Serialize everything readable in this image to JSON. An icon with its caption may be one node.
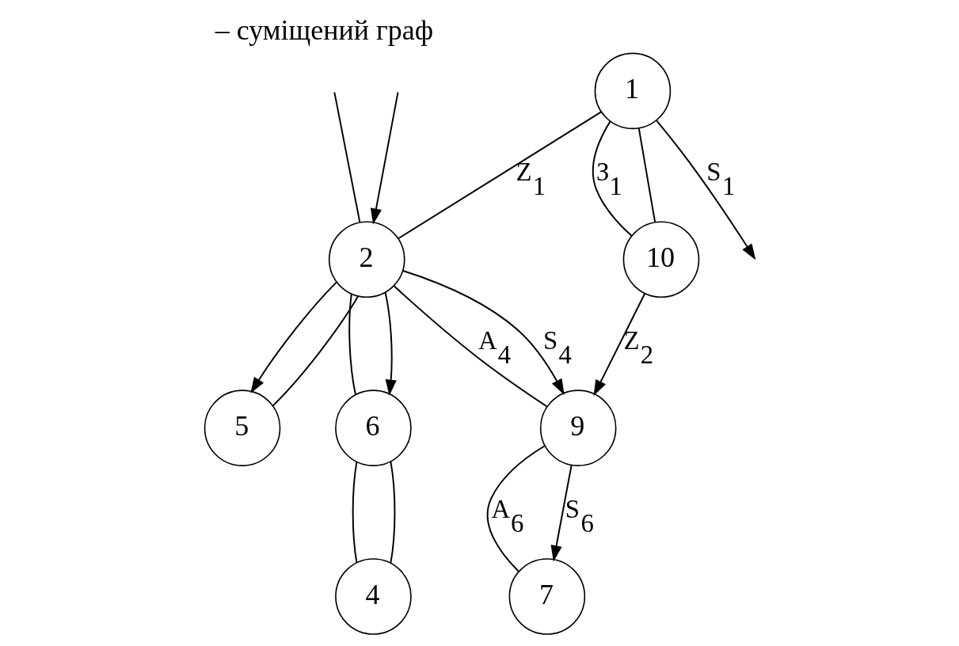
{
  "diagram": {
    "title": "– суміщений граф",
    "nodes": [
      {
        "text": [
          "1"
        ]
      },
      {
        "text": [
          "2"
        ]
      },
      {
        "text": [
          "4"
        ]
      },
      {
        "text": [
          "5"
        ]
      },
      {
        "text": [
          "6"
        ]
      },
      {
        "text": [
          "7"
        ]
      },
      {
        "text": [
          "9"
        ]
      },
      {
        "text": [
          "10"
        ]
      }
    ],
    "edges": [
      {
        "from": 0,
        "to": null,
        "arrow": "to",
        "label": "S$_{1}$"
      },
      {
        "from": null,
        "to": 1,
        "arrow": "none"
      },
      {
        "from": null,
        "to": 1,
        "arrow": "to"
      },
      {
        "from": 1,
        "to": 4,
        "arrow": "none"
      },
      {
        "from": 1,
        "to": 4,
        "arrow": "to"
      },
      {
        "from": 4,
        "to": 2,
        "arrow": "none"
      },
      {
        "from": 4,
        "to": 2,
        "arrow": "none"
      },
      {
        "from": 1,
        "to": 3,
        "arrow": "to"
      },
      {
        "from": 1,
        "to": 3,
        "arrow": "none"
      },
      {
        "from": 0,
        "to": 1,
        "arrow": "none",
        "label": "Z$_{1}$"
      },
      {
        "from": 1,
        "to": 6,
        "arrow": "none",
        "label": "A$_{4}$"
      },
      {
        "from": 1,
        "to": 6,
        "arrow": "to",
        "label": "S$_{4}$"
      },
      {
        "from": 0,
        "to": 7,
        "arrow": "none",
        "label": "З$_{1}$"
      },
      {
        "from": 0,
        "to": 7,
        "arrow": "none"
      },
      {
        "from": 6,
        "to": 5,
        "arrow": "none",
        "label": "A$_{6}$"
      },
      {
        "from": 6,
        "to": 5,
        "arrow": "to",
        "label": "S$_{6}$"
      },
      {
        "from": 7,
        "to": 6,
        "arrow": "to",
        "label": "Z$_{2}$"
      }
    ]
  }
}
